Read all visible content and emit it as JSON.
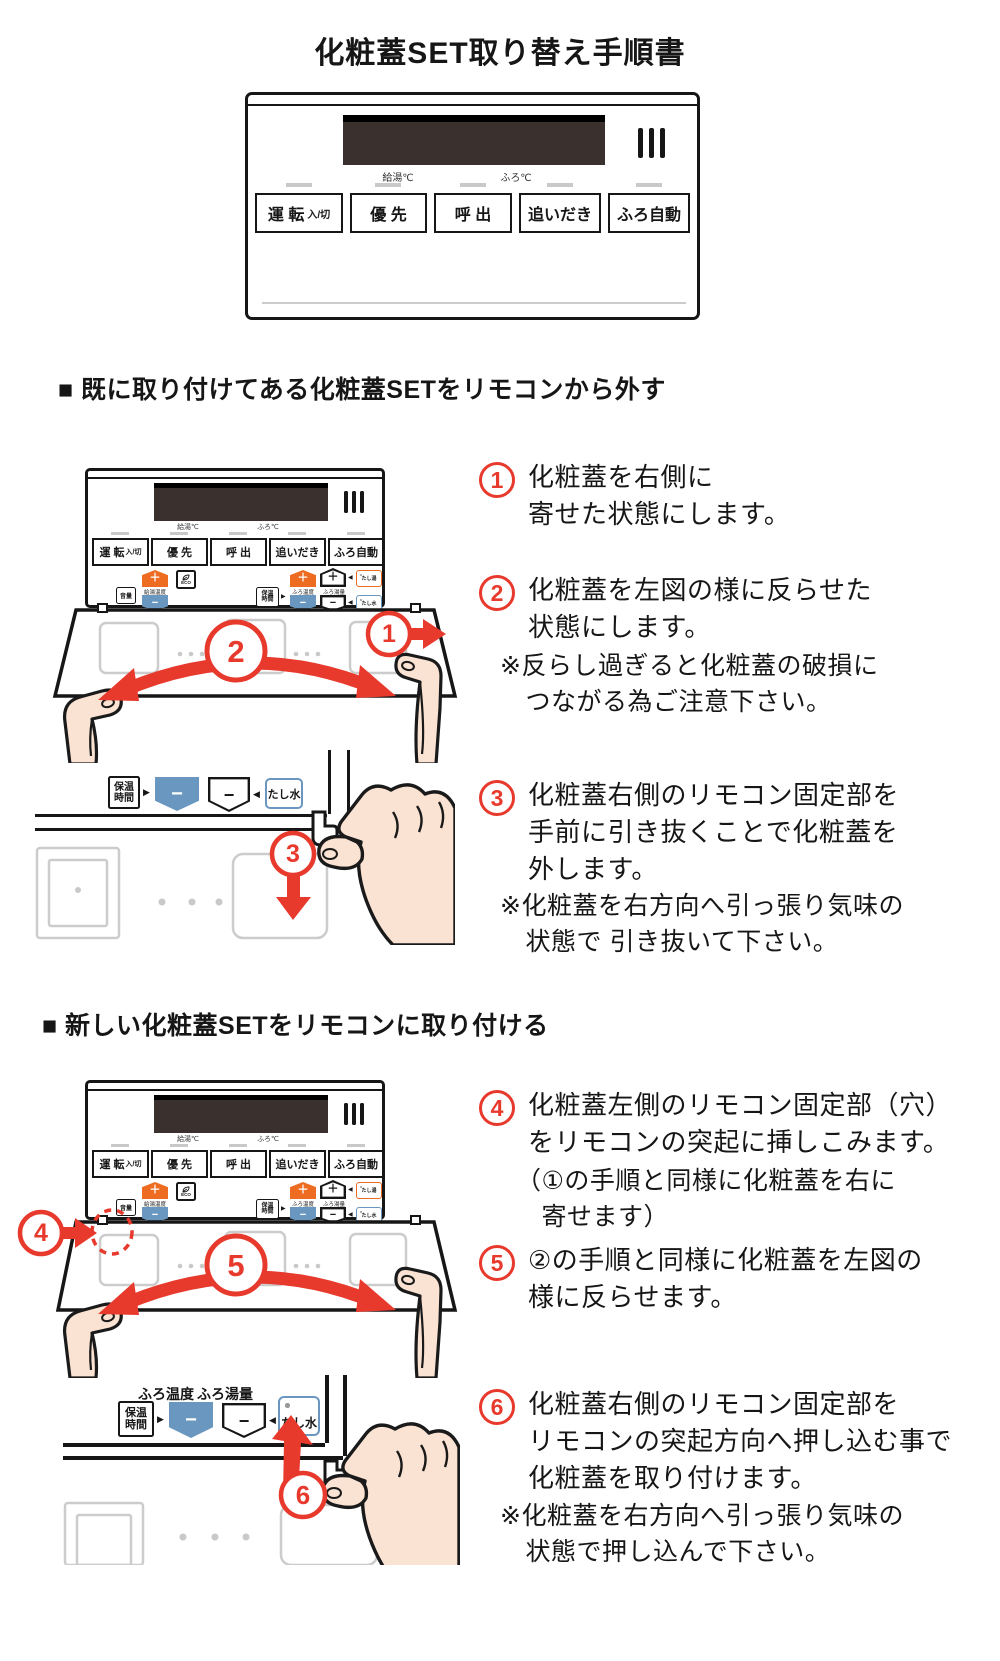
{
  "title": "化粧蓋SET取り替え手順書",
  "remote": {
    "temp_label_left": "給湯℃",
    "temp_label_right": "ふろ℃",
    "buttons": [
      "運 転",
      "優 先",
      "呼 出",
      "追いだき",
      "ふろ自動"
    ],
    "power_sub": "入/切"
  },
  "panel": {
    "volume": "音量",
    "eco": "ECO",
    "kyuto_ondo": "給湯温度",
    "hoon_jikan": "保温\n時間",
    "furo_ondo": "ふろ温度",
    "furo_yuryo": "ふろ湯量",
    "tashiyu": "たし湯",
    "tashimizu": "たし水",
    "plus": "＋",
    "minus": "−"
  },
  "icons": {
    "tri_right": "▶",
    "tri_left": "◀"
  },
  "colors": {
    "accent_red": "#e8392d",
    "button_orange": "#ed6c21",
    "button_blue": "#6a97c0"
  },
  "sections": {
    "remove": {
      "heading": "■ 既に取り付けてある化粧蓋SETをリモコンから外す",
      "steps": [
        {
          "num": "1",
          "text": "化粧蓋を右側に\n寄せた状態にします。"
        },
        {
          "num": "2",
          "text": "化粧蓋を左図の様に反らせた\n状態にします。",
          "note": "※反らし過ぎると化粧蓋の破損に\n　つながる為ご注意下さい。"
        },
        {
          "num": "3",
          "text": "化粧蓋右側のリモコン固定部を\n手前に引き抜くことで化粧蓋を\n外します。",
          "note": "※化粧蓋を右方向へ引っ張り気味の\n　状態で 引き抜いて下さい。"
        }
      ]
    },
    "attach": {
      "heading": "■ 新しい化粧蓋SETをリモコンに取り付ける",
      "steps": [
        {
          "num": "4",
          "text": "化粧蓋左側のリモコン固定部（穴）\nをリモコンの突起に挿しこみます。",
          "sub": "（①の手順と同様に化粧蓋を右に\n　寄せます）"
        },
        {
          "num": "5",
          "text": "②の手順と同様に化粧蓋を左図の\n様に反らせます。"
        },
        {
          "num": "6",
          "text": "化粧蓋右側のリモコン固定部を\nリモコンの突起方向へ押し込む事で\n化粧蓋を取り付けます。",
          "note": "※化粧蓋を右方向へ引っ張り気味の\n　状態で押し込んで下さい。"
        }
      ]
    }
  },
  "callouts": {
    "c1": "1",
    "c2": "2",
    "c3": "3",
    "c4": "4",
    "c5": "5",
    "c6": "6"
  }
}
